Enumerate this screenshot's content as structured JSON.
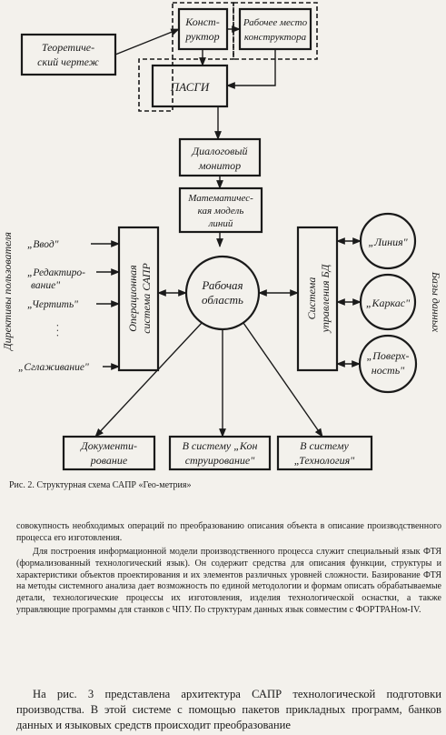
{
  "diagram": {
    "konstruktor": [
      "Конст-",
      "руктор"
    ],
    "rabochee_mesto": [
      "Рабочее место",
      "конструктора"
    ],
    "teor_chertezh": [
      "Теоретиче-",
      "ский чертеж"
    ],
    "pasgi": "ПАСГИ",
    "dialog": [
      "Диалоговый",
      "монитор"
    ],
    "mat_model": [
      "Математичес-",
      "кая модель",
      "линий"
    ],
    "os": [
      "Операционная",
      "система САПР"
    ],
    "work_area": [
      "Рабочая",
      "область"
    ],
    "subd": [
      "Система",
      "управления БД"
    ],
    "left_dirs": [
      "„Ввод\"",
      "„Редактиро-",
      "вание\"",
      "„Чертить\"",
      "„Сглаживание\""
    ],
    "dots": ". . .",
    "side_label": "Директивы пользователя",
    "db": [
      "„Линия\"",
      "„Каркас\"",
      "„Поверх-",
      "ность\""
    ],
    "db_label": "Базы данных",
    "out1": [
      "Документи-",
      "рование"
    ],
    "out2": [
      "В систему „Кон",
      "струирование\""
    ],
    "out3": [
      "В систему",
      "„Технология\""
    ]
  },
  "caption": "Рис. 2. Структурная схема САПР «Гео-метрия»",
  "p1": "совокупность необходимых операций по преобразованию описания объекта в описание производственного процесса его изготовления.",
  "p2": "Для построения информационной модели производственного процесса служит специальный язык ФТЯ (формализованный технологический язык). Он содержит средства для описания функции, структуры и характеристики объектов проектирования и их элементов различных уровней сложности. Базирование ФТЯ на методы системного анализа дает возможность по единой методологии и формам описать обрабатываемые детали, технологические процессы их изготовления, изделия технологической оснастки, а также управляющие программы для станков с ЧПУ. По структурам данных язык совместим с ФОРТРАНом-IV.",
  "p3": "На рис. 3 представлена архитектура САПР технологической подготовки производства. В этой системе с помощью пакетов прикладных программ, банков данных и языковых средств происходит преобразование"
}
